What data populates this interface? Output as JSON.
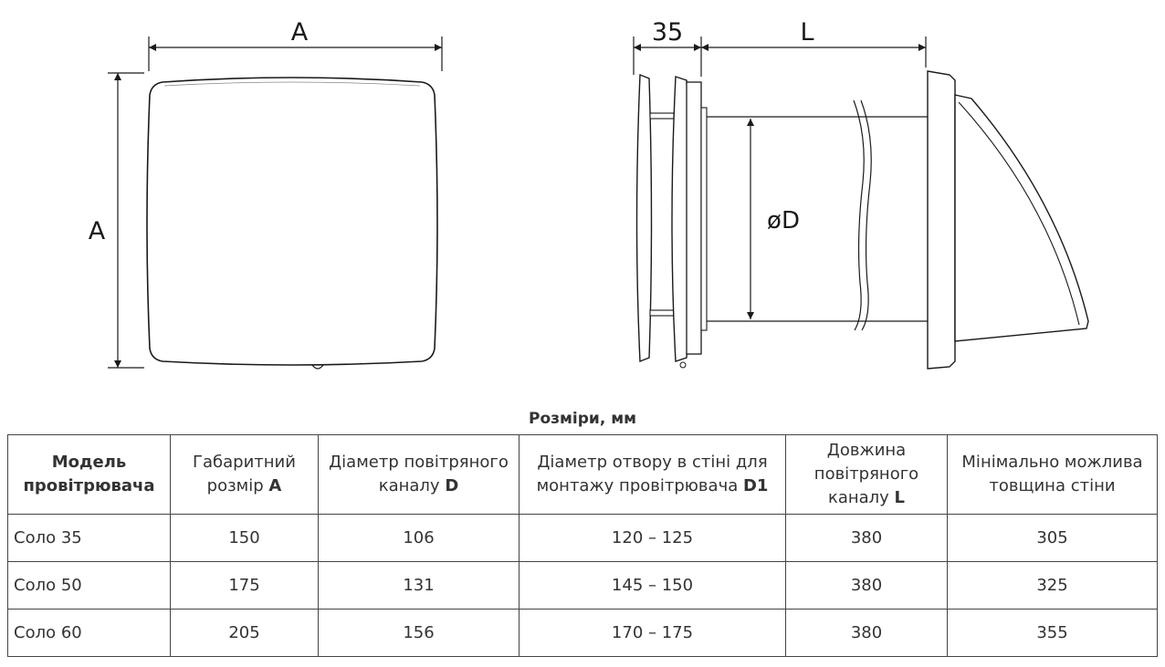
{
  "drawing": {
    "front": {
      "width_label": "A",
      "height_label": "A"
    },
    "side": {
      "depth_label": "35",
      "length_label": "L",
      "diameter_label": "øD"
    }
  },
  "table": {
    "title": "Розміри, мм",
    "headers": [
      {
        "text": "Модель провітрювача",
        "letter": ""
      },
      {
        "text": "Габаритний розмір ",
        "letter": "A"
      },
      {
        "text": "Діаметр повітряного каналу ",
        "letter": "D"
      },
      {
        "text": "Діаметр отвору в стіні для монтажу провітрювача ",
        "letter": "D1"
      },
      {
        "text": "Довжина повітряного каналу ",
        "letter": "L"
      },
      {
        "text": "Мінімально можлива товщина стіни",
        "letter": ""
      }
    ],
    "rows": [
      [
        "Соло 35",
        "150",
        "106",
        "120 – 125",
        "380",
        "305"
      ],
      [
        "Соло 50",
        "175",
        "131",
        "145 – 150",
        "380",
        "325"
      ],
      [
        "Соло 60",
        "205",
        "156",
        "170 – 175",
        "380",
        "355"
      ]
    ]
  }
}
